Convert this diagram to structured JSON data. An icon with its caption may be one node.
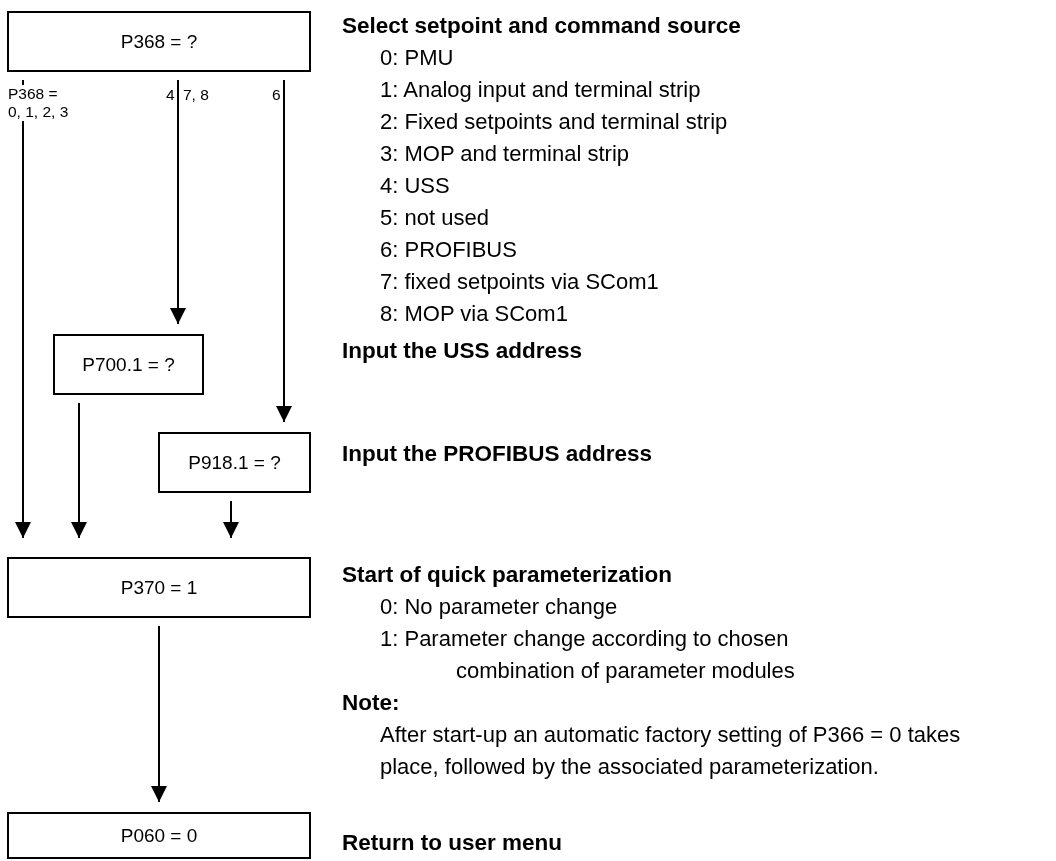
{
  "diagram": {
    "nodes": [
      {
        "text": [
          "P368 = ?"
        ],
        "beside": [
          "Select setpoint and command source",
          "0: PMU",
          "1: Analog input and terminal strip",
          "2: Fixed setpoints and terminal strip",
          "3: MOP and terminal strip",
          "4: USS",
          "5: not used",
          "6: PROFIBUS",
          "7: fixed setpoints via SCom1",
          "8: MOP via SCom1"
        ]
      },
      {
        "text": [
          "P700.1 = ?"
        ]
      },
      {
        "text": [
          "P918.1 = ?"
        ],
        "beside": [
          "Input the PROFIBUS address"
        ]
      },
      {
        "text": [
          "P370 = 1"
        ],
        "beside": [
          "Start of quick parameterization",
          "0: No parameter change",
          "1: Parameter change according to chosen combination of parameter modules",
          "Note:",
          "After start-up an automatic factory setting of P366 = 0 takes place, followed by the associated parameterization."
        ]
      },
      {
        "text": [
          "P060 = 0"
        ],
        "beside": [
          "Return to user menu"
        ]
      }
    ],
    "edges": [
      {
        "from": 0,
        "to": 3,
        "arrow": "to",
        "label": "P368 = 0, 1, 2, 3"
      },
      {
        "from": 0,
        "to": 1,
        "arrow": "to",
        "label": "4"
      },
      {
        "from": 0,
        "to": 2,
        "arrow": "to",
        "label": "6"
      },
      {
        "from": 1,
        "to": 3,
        "arrow": "to"
      },
      {
        "from": 2,
        "to": 3,
        "arrow": "to"
      },
      {
        "from": 3,
        "to": 4,
        "arrow": "to"
      }
    ],
    "labels": [
      "7, 8",
      "Input the USS address"
    ]
  }
}
